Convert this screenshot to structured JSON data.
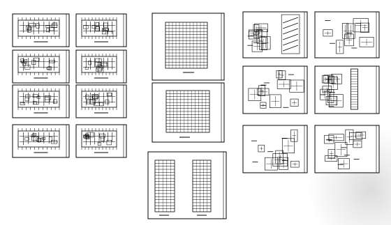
{
  "sheet_set": {
    "column_1": [
      {
        "kind": "floor-plan"
      },
      {
        "kind": "floor-plan"
      },
      {
        "kind": "floor-plan"
      },
      {
        "kind": "floor-plan"
      },
      {
        "kind": "floor-plan"
      },
      {
        "kind": "floor-plan"
      },
      {
        "kind": "floor-plan"
      },
      {
        "kind": "floor-plan"
      }
    ],
    "column_2": [
      {
        "kind": "elevation"
      },
      {
        "kind": "elevation"
      },
      {
        "kind": "elevation-pair"
      }
    ],
    "column_3": [
      {
        "kind": "detail"
      },
      {
        "kind": "detail"
      },
      {
        "kind": "detail"
      },
      {
        "kind": "detail"
      },
      {
        "kind": "detail"
      },
      {
        "kind": "detail"
      }
    ]
  },
  "colors": {
    "ink": "#000000",
    "paper": "#ffffff",
    "watermark": "#e6e6e6"
  }
}
